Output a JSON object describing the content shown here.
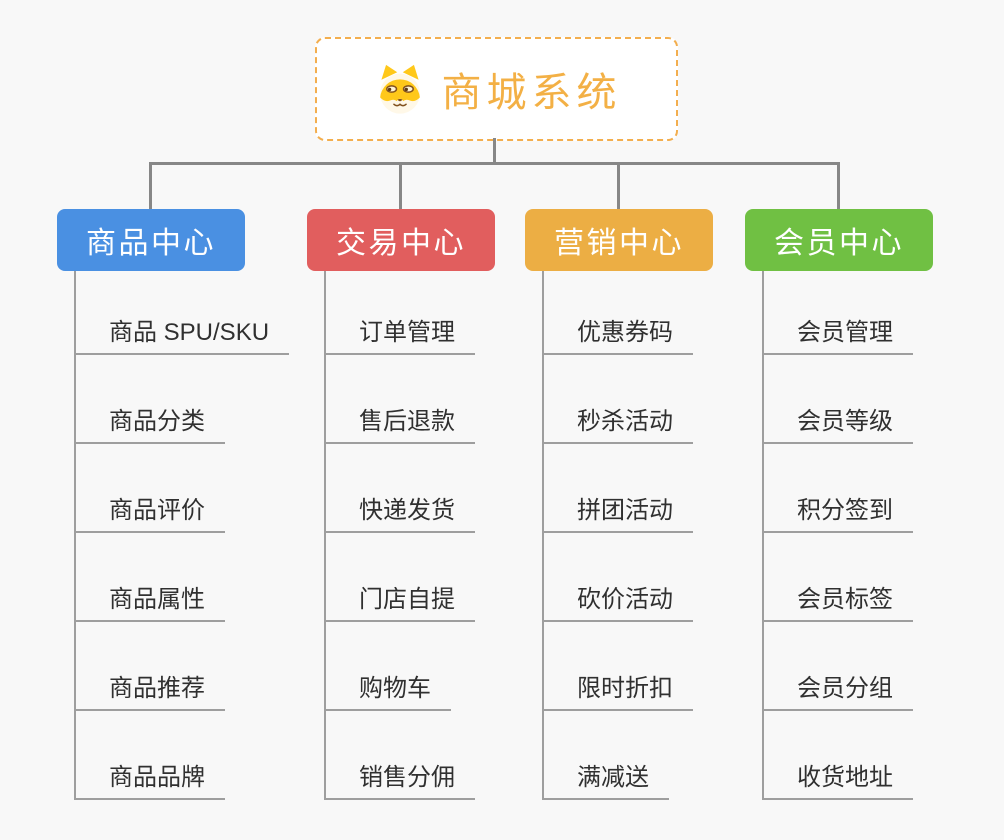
{
  "app": {
    "type": "mindmap",
    "background": "#f8f8f8",
    "connector_color": "#878787",
    "leaf_line_color": "#9e9e9e"
  },
  "root": {
    "title": "商城系统",
    "icon": "shiba-dog-icon",
    "title_color": "#f3b045",
    "border_color": "#f3ae4e"
  },
  "branches": [
    {
      "label": "商品中心",
      "color": "#4a90e2",
      "children": [
        "商品 SPU/SKU",
        "商品分类",
        "商品评价",
        "商品属性",
        "商品推荐",
        "商品品牌"
      ]
    },
    {
      "label": "交易中心",
      "color": "#e15e5e",
      "children": [
        "订单管理",
        "售后退款",
        "快递发货",
        "门店自提",
        "购物车",
        "销售分佣"
      ]
    },
    {
      "label": "营销中心",
      "color": "#ecae44",
      "children": [
        "优惠券码",
        "秒杀活动",
        "拼团活动",
        "砍价活动",
        "限时折扣",
        "满减送"
      ]
    },
    {
      "label": "会员中心",
      "color": "#70c043",
      "children": [
        "会员管理",
        "会员等级",
        "积分签到",
        "会员标签",
        "会员分组",
        "收货地址"
      ]
    }
  ]
}
